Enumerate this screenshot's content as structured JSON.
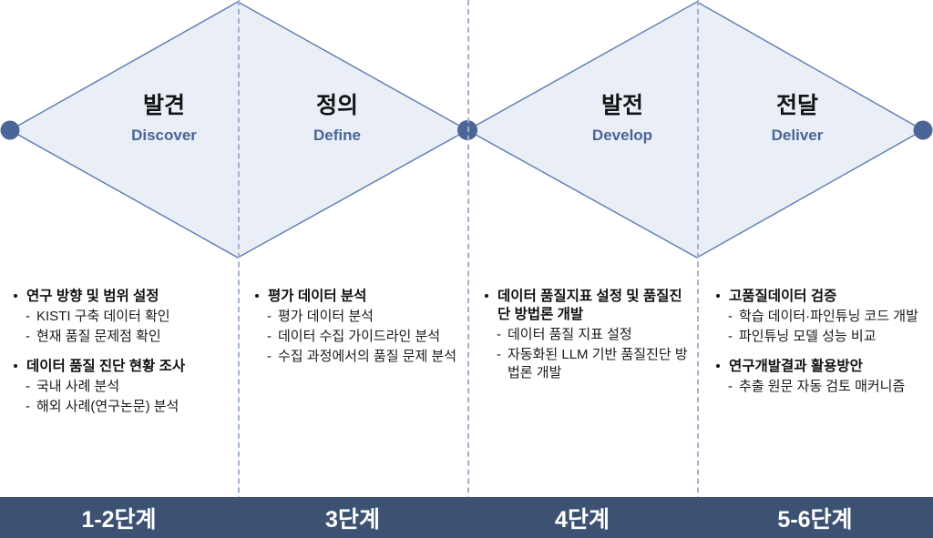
{
  "colors": {
    "diamond_fill": "#e9eef7",
    "diamond_stroke": "#5b7bb0",
    "node_circle": "#4a6596",
    "divider_dash": "#9fb2d0",
    "stage_bar": "#3d5273",
    "phase_en_text": "#4a6596",
    "phase_ko_text": "#141414"
  },
  "phases": [
    {
      "ko": "발견",
      "en": "Discover"
    },
    {
      "ko": "정의",
      "en": "Define"
    },
    {
      "ko": "발전",
      "en": "Develop"
    },
    {
      "ko": "전달",
      "en": "Deliver"
    }
  ],
  "columns": [
    {
      "groups": [
        {
          "headline": "연구 방향 및 범위 설정",
          "items": [
            "KISTI 구축 데이터 확인",
            "현재 품질 문제점 확인"
          ]
        },
        {
          "headline": "데이터 품질 진단 현황 조사",
          "items": [
            "국내 사례 분석",
            "해외 사례(연구논문) 분석"
          ]
        }
      ]
    },
    {
      "groups": [
        {
          "headline": "평가 데이터 분석",
          "items": [
            "평가 데이터 분석",
            "데이터 수집 가이드라인 분석",
            "수집 과정에서의 품질 문제 분석"
          ]
        }
      ]
    },
    {
      "groups": [
        {
          "headline": "데이터 품질지표 설정 및 품질진단 방법론 개발",
          "items": [
            "데이터 품질 지표 설정",
            "자동화된 LLM 기반 품질진단 방법론 개발"
          ]
        }
      ]
    },
    {
      "groups": [
        {
          "headline": "고품질데이터 검증",
          "items": [
            "학습 데이터·파인튜닝 코드 개발",
            "파인튜닝 모델 성능 비교"
          ]
        },
        {
          "headline": "연구개발결과 활용방안",
          "items": [
            "추출 원문 자동 검토 매커니즘"
          ]
        }
      ]
    }
  ],
  "stages": [
    {
      "label": "1-2단계"
    },
    {
      "label": "3단계"
    },
    {
      "label": "4단계"
    },
    {
      "label": "5-6단계"
    }
  ],
  "bullet": {
    "dash": "-"
  }
}
